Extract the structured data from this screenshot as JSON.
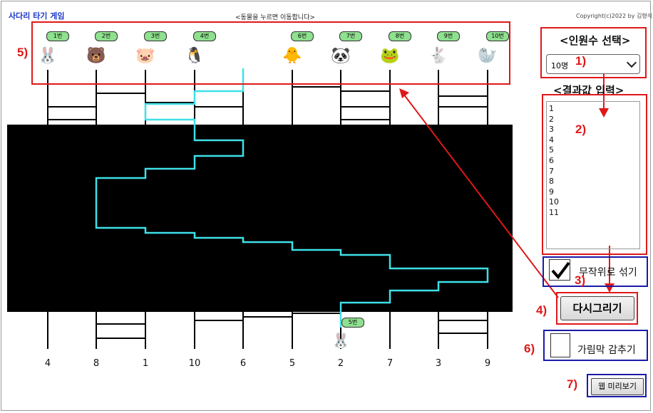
{
  "header": {
    "title": "사다리 타기 게임",
    "notice": "<동물을 누르면 이동합니다>",
    "copyright": "Copyright(c)2022 by 김형식"
  },
  "players": [
    {
      "tag": "1번",
      "animal": "rabbit-icon",
      "glyph": "🐰"
    },
    {
      "tag": "2번",
      "animal": "bear-icon",
      "glyph": "🐻"
    },
    {
      "tag": "3번",
      "animal": "pig-icon",
      "glyph": "🐷"
    },
    {
      "tag": "4번",
      "animal": "penguin-icon",
      "glyph": "🐧"
    },
    {
      "tag": "5번",
      "animal": "rabbit-icon",
      "glyph": "🐰"
    },
    {
      "tag": "6번",
      "animal": "chick-icon",
      "glyph": "🐥"
    },
    {
      "tag": "7번",
      "animal": "panda-icon",
      "glyph": "🐼"
    },
    {
      "tag": "8번",
      "animal": "frog-icon",
      "glyph": "🐸"
    },
    {
      "tag": "9번",
      "animal": "rabbit-icon",
      "glyph": "🐇"
    },
    {
      "tag": "10번",
      "animal": "seal-icon",
      "glyph": "🦭"
    }
  ],
  "results": [
    "4",
    "8",
    "1",
    "10",
    "6",
    "5",
    "2",
    "7",
    "3",
    "9"
  ],
  "panel": {
    "count_heading": "<인원수 선택>",
    "count_value": "10명",
    "result_heading": "<결과값 입력>",
    "result_text": "1\n2\n3\n4\n5\n6\n7\n8\n9\n10\n11",
    "shuffle_label": "무작위로 섞기",
    "shuffle_checked": true,
    "redraw_label": "다시그리기",
    "hide_label": "가림막 감추기",
    "hide_checked": false,
    "web_preview_label": "웹 미리보기"
  },
  "annotations": [
    "1)",
    "2)",
    "3)",
    "4)",
    "5)",
    "6)",
    "7)"
  ],
  "colors": {
    "path": "#3ee0e8",
    "annotation_red": "#e01818",
    "annotation_blue": "#1a1aa8",
    "title_blue": "#1a35c9",
    "tag_green": "#8fe08f"
  }
}
